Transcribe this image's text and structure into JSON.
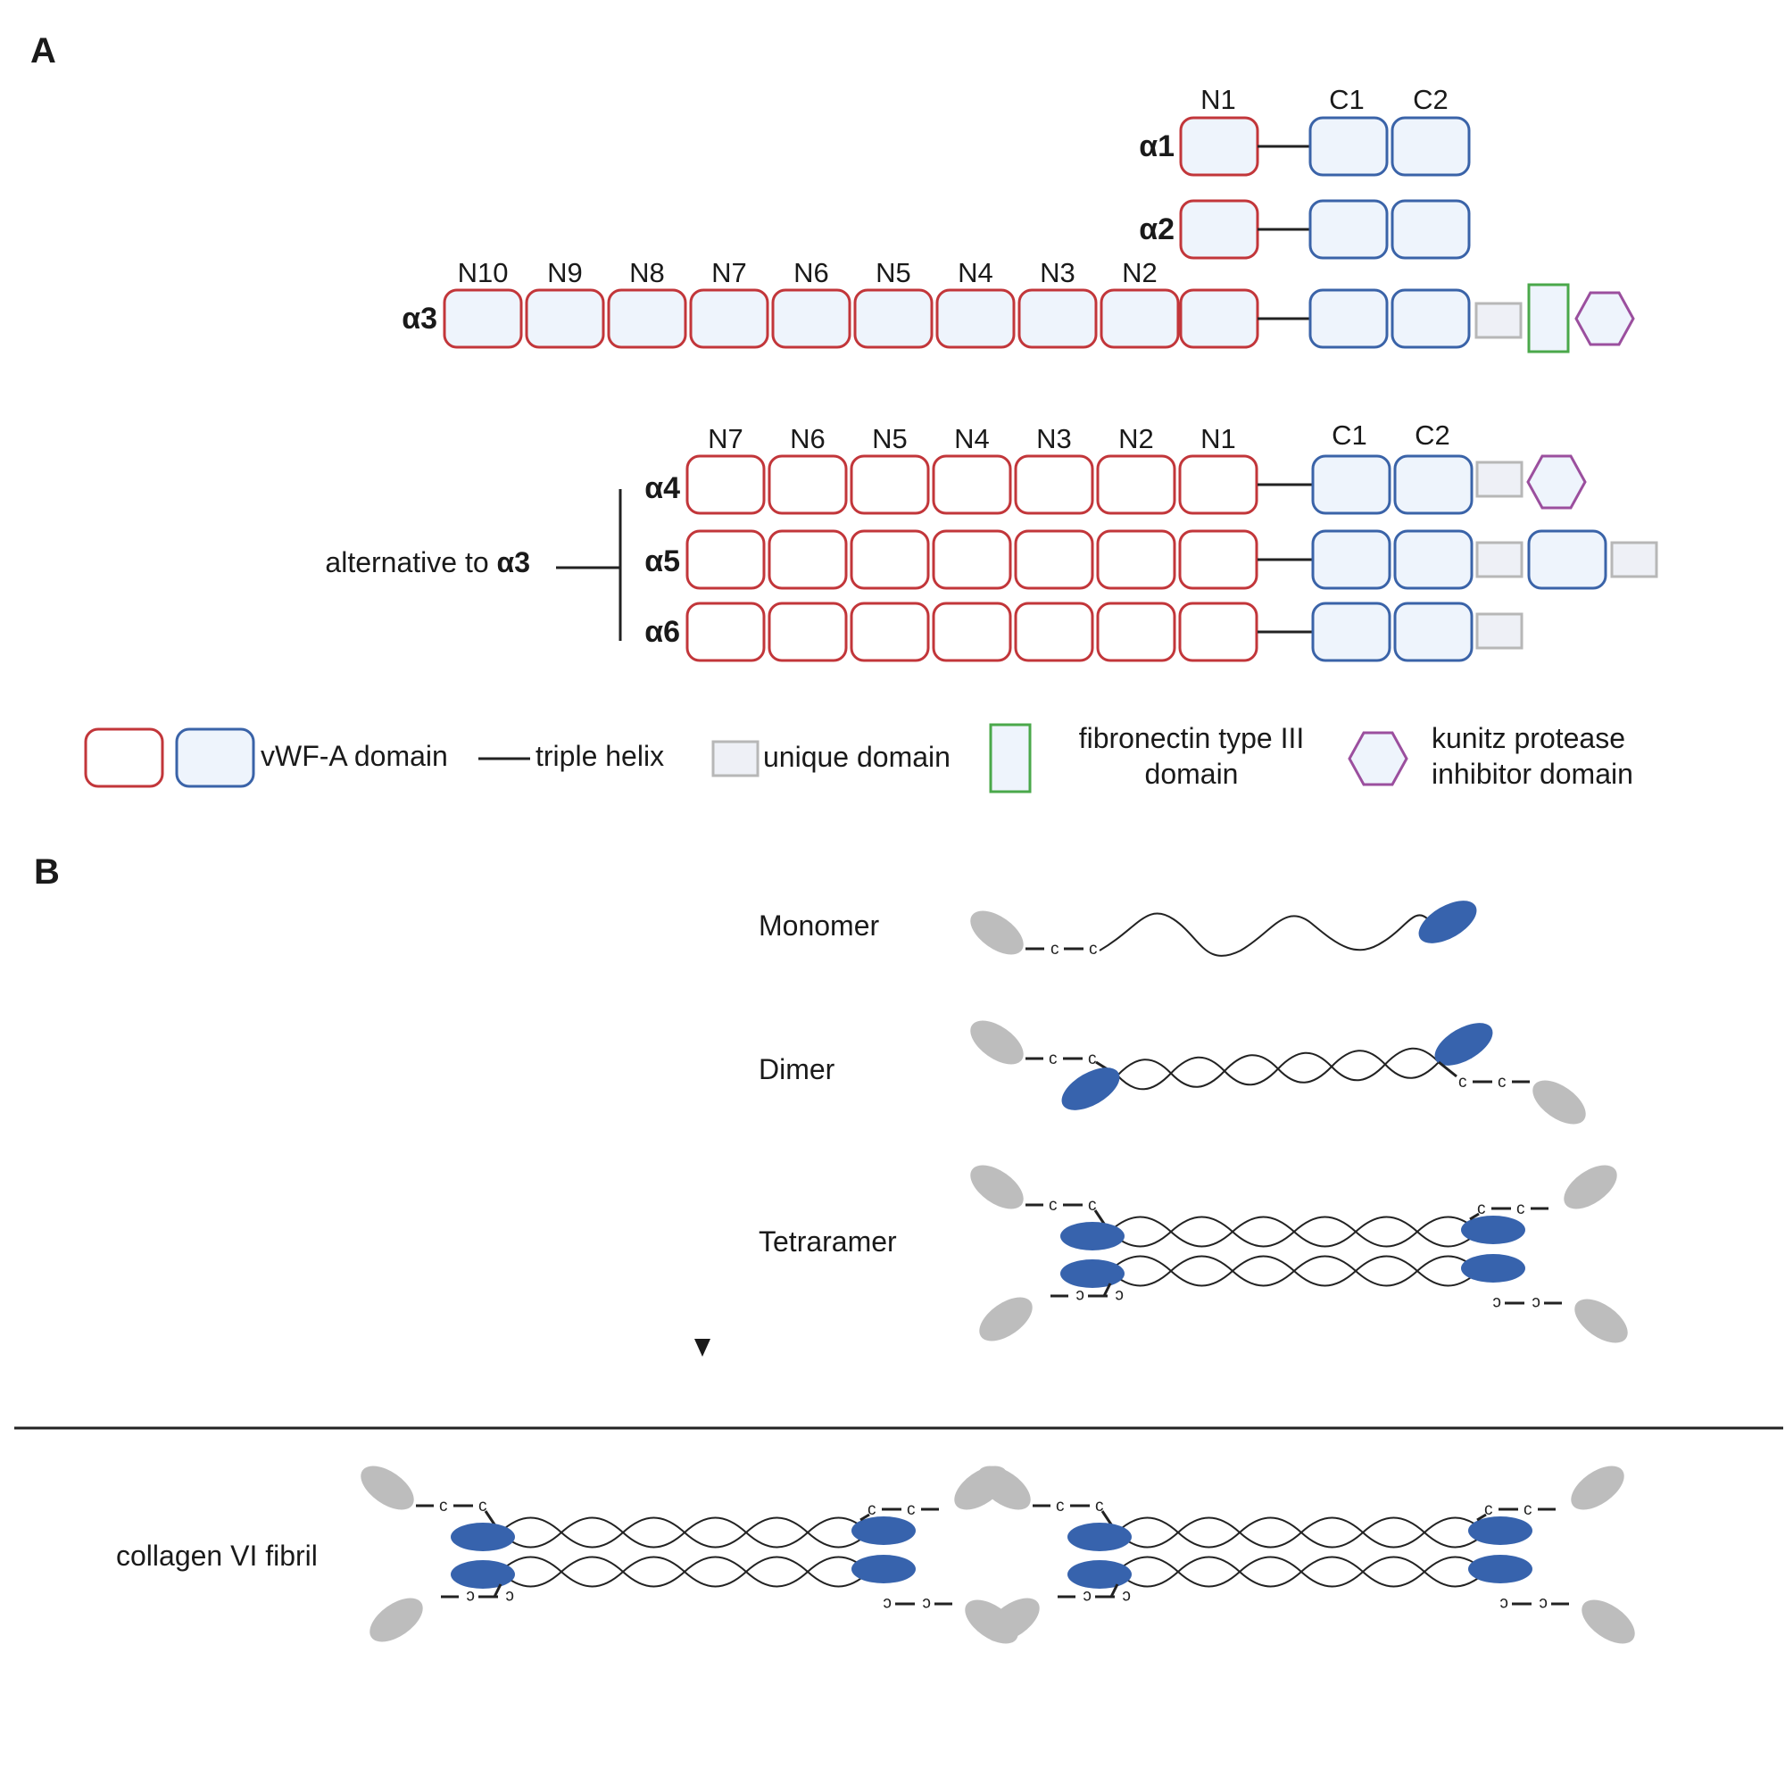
{
  "panels": {
    "a": "A",
    "b": "B"
  },
  "chains": {
    "a1": {
      "name": "α1",
      "n_labels": [
        "N1"
      ],
      "c_labels": [
        "C1",
        "C2"
      ]
    },
    "a2": {
      "name": "α2"
    },
    "a3": {
      "name": "α3",
      "n_labels": [
        "N10",
        "N9",
        "N8",
        "N7",
        "N6",
        "N5",
        "N4",
        "N3",
        "N2"
      ]
    },
    "a4": {
      "name": "α4",
      "n_labels": [
        "N7",
        "N6",
        "N5",
        "N4",
        "N3",
        "N2",
        "N1"
      ],
      "c_labels": [
        "C1",
        "C2"
      ]
    },
    "a5": {
      "name": "α5"
    },
    "a6": {
      "name": "α6"
    }
  },
  "alternative": {
    "prefix": "alternative to ",
    "chain": "α3"
  },
  "legend": {
    "vwfa": "vWF-A domain",
    "triple_helix": "triple helix",
    "unique": "unique domain",
    "fn3_line1": "fibronectin type III",
    "fn3_line2": "domain",
    "kunitz_line1": "kunitz protease",
    "kunitz_line2": "inhibitor domain"
  },
  "assembly": {
    "monomer": "Monomer",
    "dimer": "Dimer",
    "tetramer": "Tetraramer",
    "fibril": "collagen VI fibril",
    "cys": "c"
  },
  "colors": {
    "n_domain": "#c2363a",
    "c_domain": "#3a63a8",
    "unique": "#b7b7b7",
    "fibronectin": "#4aa84a",
    "kunitz": "#9b4f9e",
    "globule_blue": "#3763ad",
    "globule_gray": "#bdbdbd"
  }
}
